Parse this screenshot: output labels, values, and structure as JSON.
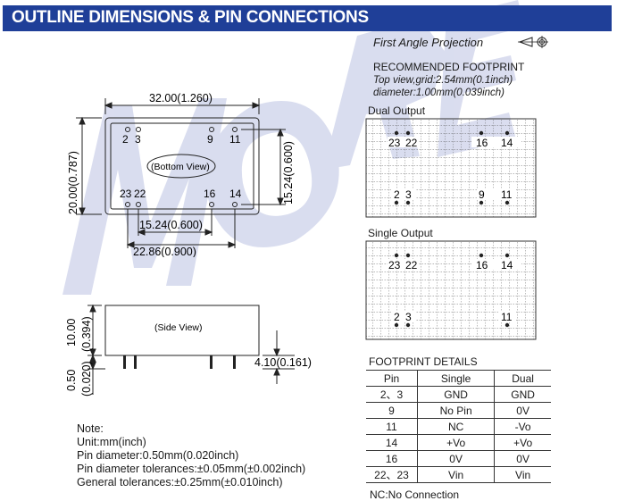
{
  "header": {
    "title": "OUTLINE DIMENSIONS & PIN CONNECTIONS"
  },
  "projection": {
    "label": "First Angle Projection"
  },
  "footprint": {
    "title": "RECOMMENDED FOOTPRINT",
    "grid_note": "Top view,grid:2.54mm(0.1inch)",
    "diameter_note": "diameter:1.00mm(0.039inch)",
    "dual_label": "Dual Output",
    "single_label": "Single Output",
    "dual_pins": [
      "23",
      "22",
      "16",
      "14",
      "2",
      "3",
      "9",
      "11"
    ],
    "single_pins": [
      "23",
      "22",
      "16",
      "14",
      "2",
      "3",
      "11"
    ]
  },
  "bottom_view": {
    "label": "(Bottom View)",
    "width_dim": "32.00(1.260)",
    "height_dim": "20.00(0.787)",
    "row_spacing_dim": "15.24(0.600)",
    "pin_spacing_dim": "15.24(0.600)",
    "span_dim": "22.86(0.900)",
    "pins_top": [
      "2",
      "3",
      "9",
      "11"
    ],
    "pins_bottom": [
      "23",
      "22",
      "16",
      "14"
    ]
  },
  "side_view": {
    "label": "(Side View)",
    "height_dim": "10.00",
    "height_inch": "(0.394)",
    "pin_dim": "0.50",
    "pin_inch": "(0.020)",
    "pin_len_dim": "4.10(0.161)"
  },
  "footprint_details": {
    "title": "FOOTPRINT DETAILS",
    "headers": [
      "Pin",
      "Single",
      "Dual"
    ],
    "rows": [
      [
        "2、3",
        "GND",
        "GND"
      ],
      [
        "9",
        "No Pin",
        "0V"
      ],
      [
        "11",
        "NC",
        "-Vo"
      ],
      [
        "14",
        "+Vo",
        "+Vo"
      ],
      [
        "16",
        "0V",
        "0V"
      ],
      [
        "22、23",
        "Vin",
        "Vin"
      ]
    ],
    "footnote": "NC:No Connection"
  },
  "notes": {
    "title": "Note:",
    "lines": [
      "Unit:mm(inch)",
      "Pin diameter:0.50mm(0.020inch)",
      "Pin diameter tolerances:±0.05mm(±0.002inch)",
      "General tolerances:±0.25mm(±0.010inch)"
    ]
  },
  "colors": {
    "header_bg": "#1f3f98",
    "watermark": "#c9cde6"
  }
}
